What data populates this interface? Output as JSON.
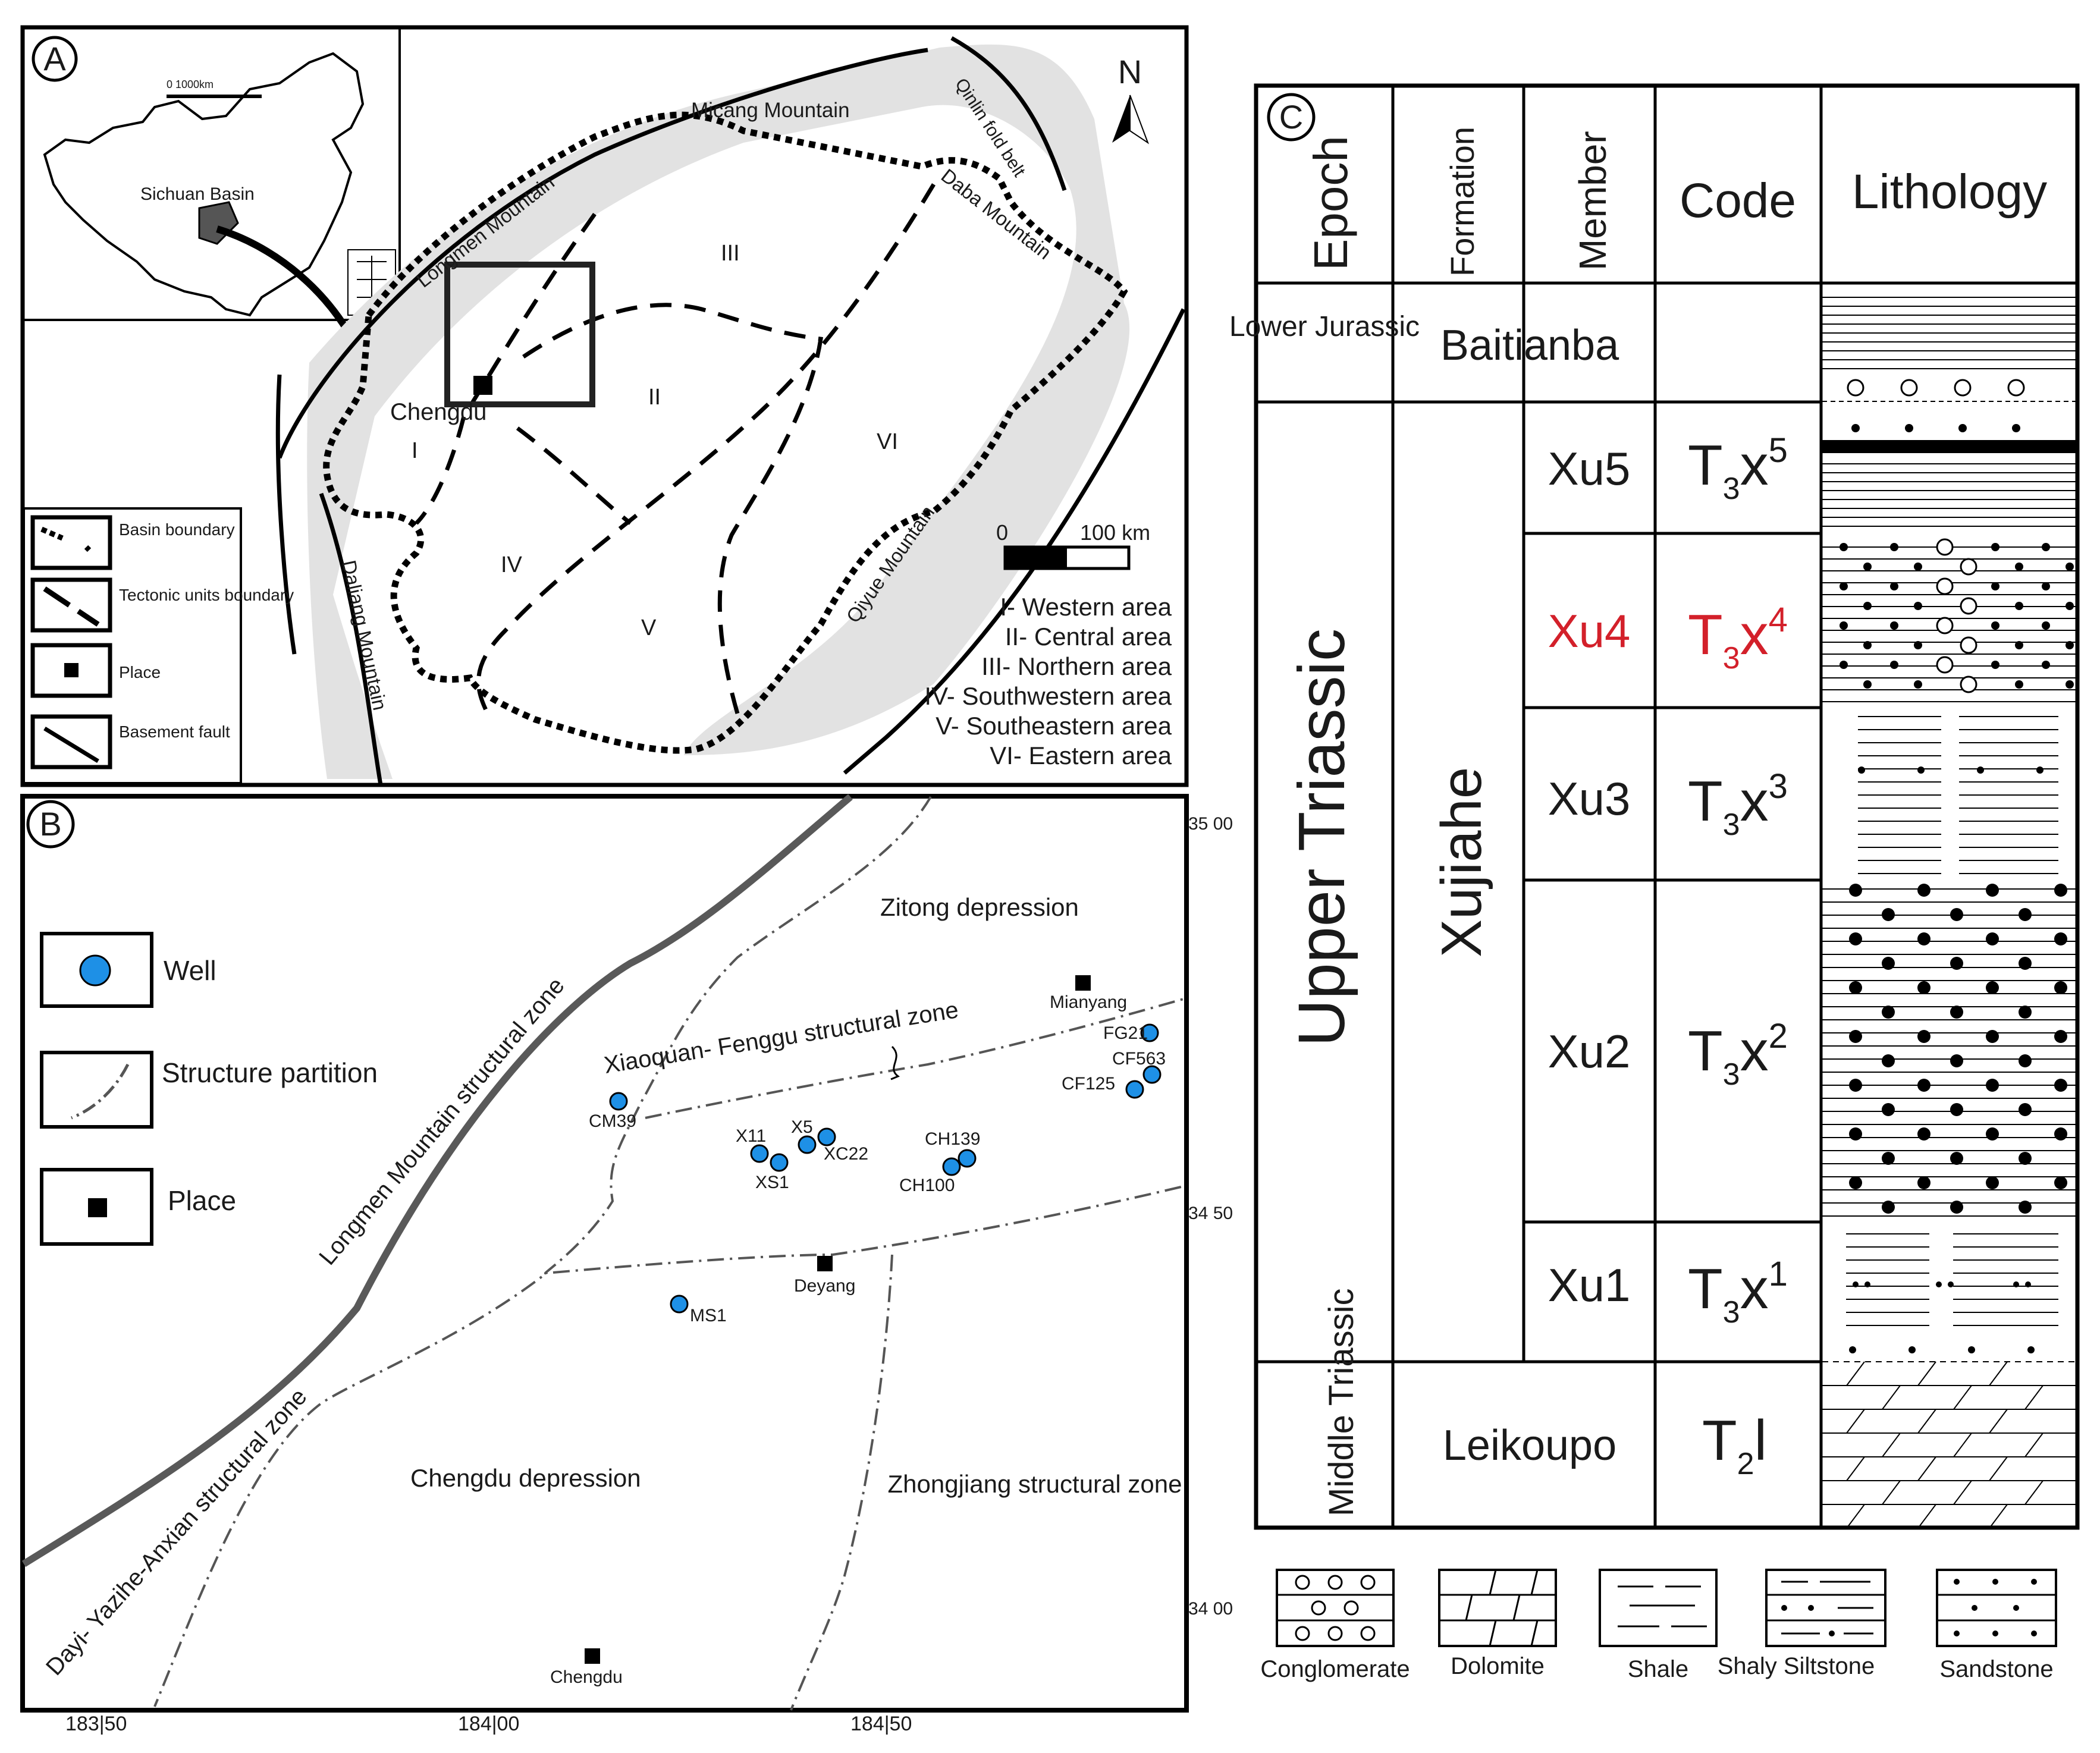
{
  "panel_a": {
    "letter": "A",
    "inset": {
      "scale_label": "0      1000km",
      "basin_label": "Sichuan Basin"
    },
    "north": "N",
    "mountains": {
      "micang": "Micang Mountain",
      "qinlin": "Qinlin fold belt",
      "daba": "Daba Mountain",
      "longmen": "Longmen Mountain",
      "daliang": "Daliang Mountain",
      "qiyue": "Qiyue Mountain"
    },
    "city": "Chengdu",
    "roman": [
      "I",
      "II",
      "III",
      "IV",
      "V",
      "VI"
    ],
    "scale": {
      "zero": "0",
      "end": "100 km"
    },
    "areas": [
      "I- Western area",
      "II- Central area",
      "III- Northern area",
      "IV- Southwestern area",
      "V- Southeastern area",
      "VI- Eastern area"
    ],
    "legend": [
      "Basin boundary",
      "Tectonic units boundary",
      "Place",
      "Basement fault"
    ],
    "legend_icons": [
      "dotted-line-icon",
      "dashed-line-icon",
      "square-icon",
      "solid-line-icon"
    ]
  },
  "panel_b": {
    "letter": "B",
    "legend": {
      "well": "Well",
      "structure": "Structure partition",
      "place": "Place"
    },
    "zones": {
      "longmen": "Longmen Mountain structural zone",
      "dayi": "Dayi- Yazihe-Anxian structural zone",
      "xiaoquan": "Xiaoquan- Fenggu structural zone",
      "zitong": "Zitong depression",
      "chengdu_dep": "Chengdu depression",
      "zhongjiang": "Zhongjiang structural zone"
    },
    "places": [
      "Mianyang",
      "Deyang",
      "Chengdu"
    ],
    "wells": [
      "FG21",
      "CF563",
      "CF125",
      "CM39",
      "X11",
      "X5",
      "XC22",
      "XS1",
      "CH139",
      "CH100",
      "MS1"
    ],
    "lat_ticks": [
      "35 00",
      "34 50",
      "34 00"
    ],
    "lon_ticks": [
      "183|50",
      "184|00",
      "184|50"
    ],
    "colors": {
      "well": "#1e90e6",
      "line": "#595959"
    }
  },
  "panel_c": {
    "letter": "C",
    "headers": [
      "Epoch",
      "Formation",
      "Member",
      "Code",
      "Lithology"
    ],
    "epochs": {
      "lower": "Lower Jurassic",
      "upper": "Upper Triassic",
      "middle": "Middle Triassic"
    },
    "formations": {
      "baitianba": "Baitianba",
      "xujiahe": "Xujiahe",
      "leikoupo": "Leikoupo"
    },
    "members": [
      "Xu5",
      "Xu4",
      "Xu3",
      "Xu2",
      "Xu1"
    ],
    "codes": [
      {
        "base": "T",
        "sub": "3",
        "mid": "x",
        "sup": "5"
      },
      {
        "base": "T",
        "sub": "3",
        "mid": "x",
        "sup": "4"
      },
      {
        "base": "T",
        "sub": "3",
        "mid": "x",
        "sup": "3"
      },
      {
        "base": "T",
        "sub": "3",
        "mid": "x",
        "sup": "2"
      },
      {
        "base": "T",
        "sub": "3",
        "mid": "x",
        "sup": "1"
      },
      {
        "base": "T",
        "sub": "2",
        "mid": "l",
        "sup": ""
      }
    ],
    "highlight_color": "#d3202a",
    "lithology_legend": [
      "Conglomerate",
      "Dolomite",
      "Shale",
      "Shaly Siltstone",
      "Sandstone"
    ]
  }
}
